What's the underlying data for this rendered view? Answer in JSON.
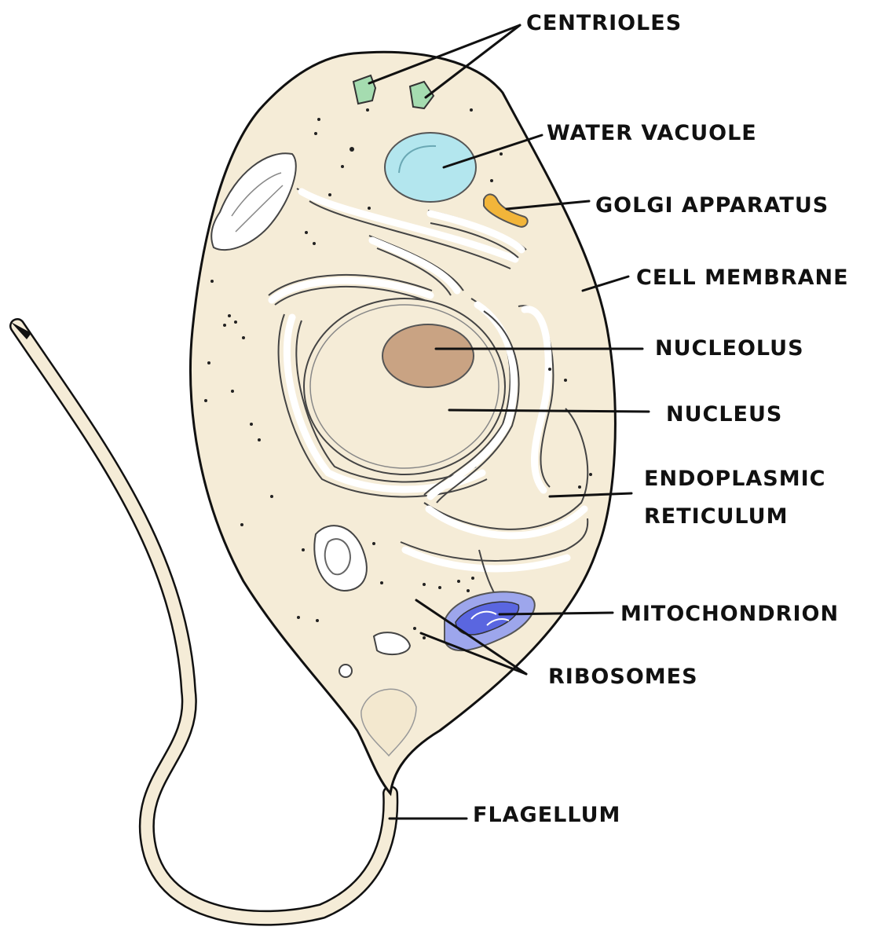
{
  "colors": {
    "cytoplasm": "#f5ecd7",
    "outline": "#111111",
    "vacuole": "#b3e6ee",
    "golgi": "#f2b53a",
    "nucleolus": "#c9a383",
    "centriole": "#a5dcb0",
    "mitochondrion": "#5a66e0",
    "mitochondrion_outer": "#9da6ec"
  },
  "labels": {
    "centrioles": "CENTRIOLES",
    "water_vacuole": "WATER VACUOLE",
    "golgi_apparatus": "GOLGI APPARATUS",
    "cell_membrane": "CELL MEMBRANE",
    "nucleolus": "NUCLEOLUS",
    "nucleus": "NUCLEUS",
    "endoplasmic_line1": "ENDOPLASMIC",
    "endoplasmic_line2": "RETICULUM",
    "mitochondrion": "MITOCHONDRION",
    "ribosomes": "RIBOSOMES",
    "flagellum": "FLAGELLUM"
  }
}
